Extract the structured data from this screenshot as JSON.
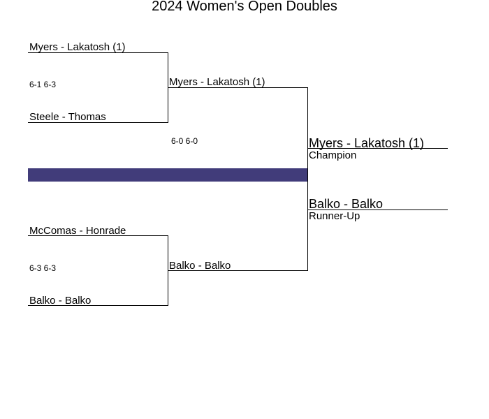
{
  "title": "2024 Women's Open Doubles",
  "colors": {
    "band": "#413c7a",
    "lines": "#000000"
  },
  "round1": {
    "match1": {
      "team_a": "Myers - Lakatosh (1)",
      "team_b": "Steele - Thomas",
      "score": "6-1 6-3"
    },
    "match2": {
      "team_a": "McComas - Honrade",
      "team_b": "Balko - Balko",
      "score": "6-3 6-3"
    }
  },
  "final": {
    "team_a": "Myers - Lakatosh (1)",
    "team_b": "Balko - Balko",
    "score": "6-0 6-0"
  },
  "result": {
    "champion": "Myers - Lakatosh (1)",
    "champion_label": "Champion",
    "runner_up": "Balko - Balko",
    "runner_up_label": "Runner-Up"
  }
}
